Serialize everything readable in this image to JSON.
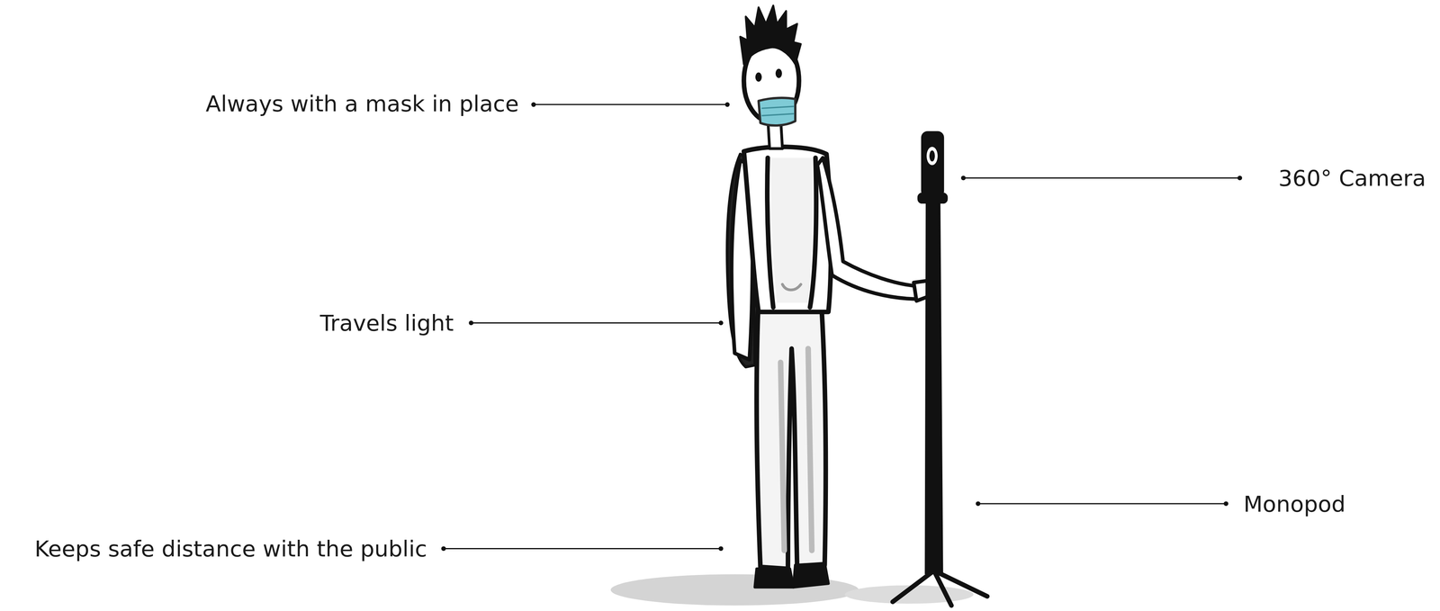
{
  "diagram": {
    "labels": [
      "Always with a mask in place",
      "Travels light",
      "Keeps safe distance with the public",
      "360° Camera",
      "Monopod"
    ]
  }
}
